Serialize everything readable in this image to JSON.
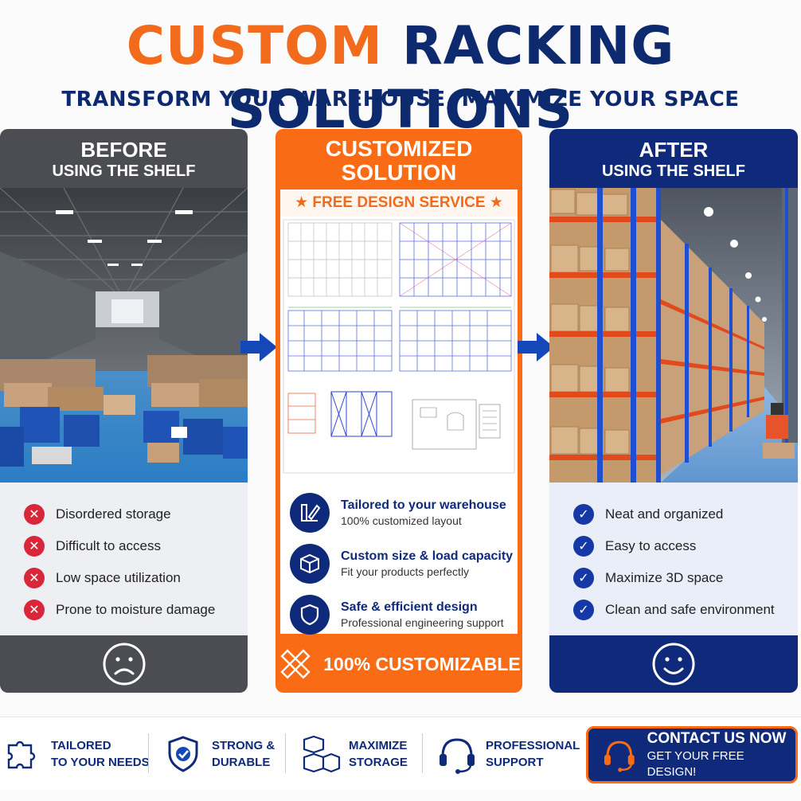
{
  "header": {
    "title_part1": "CUSTOM",
    "title_part2": "RACKING SOLUTIONS",
    "subtitle": "TRANSFORM YOUR WAREHOUSE, MAXIMIZE YOUR SPACE"
  },
  "before": {
    "title": "BEFORE",
    "subtitle": "USING THE SHELF",
    "items": [
      "Disordered storage",
      "Difficult to access",
      "Low space utilization",
      "Prone to moisture damage"
    ]
  },
  "middle": {
    "title_line1": "CUSTOMIZED",
    "title_line2": "SOLUTION",
    "free_design": "★ FREE DESIGN SERVICE ★",
    "features": [
      {
        "title": "Tailored to your warehouse",
        "sub": "100% customized layout"
      },
      {
        "title": "Custom size & load capacity",
        "sub": "Fit your products perfectly"
      },
      {
        "title": "Safe & efficient design",
        "sub": "Professional engineering support"
      }
    ],
    "banner": "100% CUSTOMIZABLE"
  },
  "after": {
    "title": "AFTER",
    "subtitle": "USING THE SHELF",
    "items": [
      "Neat and organized",
      "Easy to access",
      "Maximize 3D space",
      "Clean and safe environment"
    ]
  },
  "bottom": {
    "items": [
      {
        "line1": "TAILORED",
        "line2": "TO YOUR NEEDS"
      },
      {
        "line1": "STRONG &",
        "line2": "DURABLE"
      },
      {
        "line1": "MAXIMIZE",
        "line2": "STORAGE"
      },
      {
        "line1": "PROFESSIONAL",
        "line2": "SUPPORT"
      }
    ],
    "contact_line1": "CONTACT US NOW",
    "contact_line2": "GET YOUR FREE DESIGN!"
  },
  "colors": {
    "orange": "#fa6b15",
    "navy": "#0f2a7a",
    "gray": "#4b4d52"
  }
}
